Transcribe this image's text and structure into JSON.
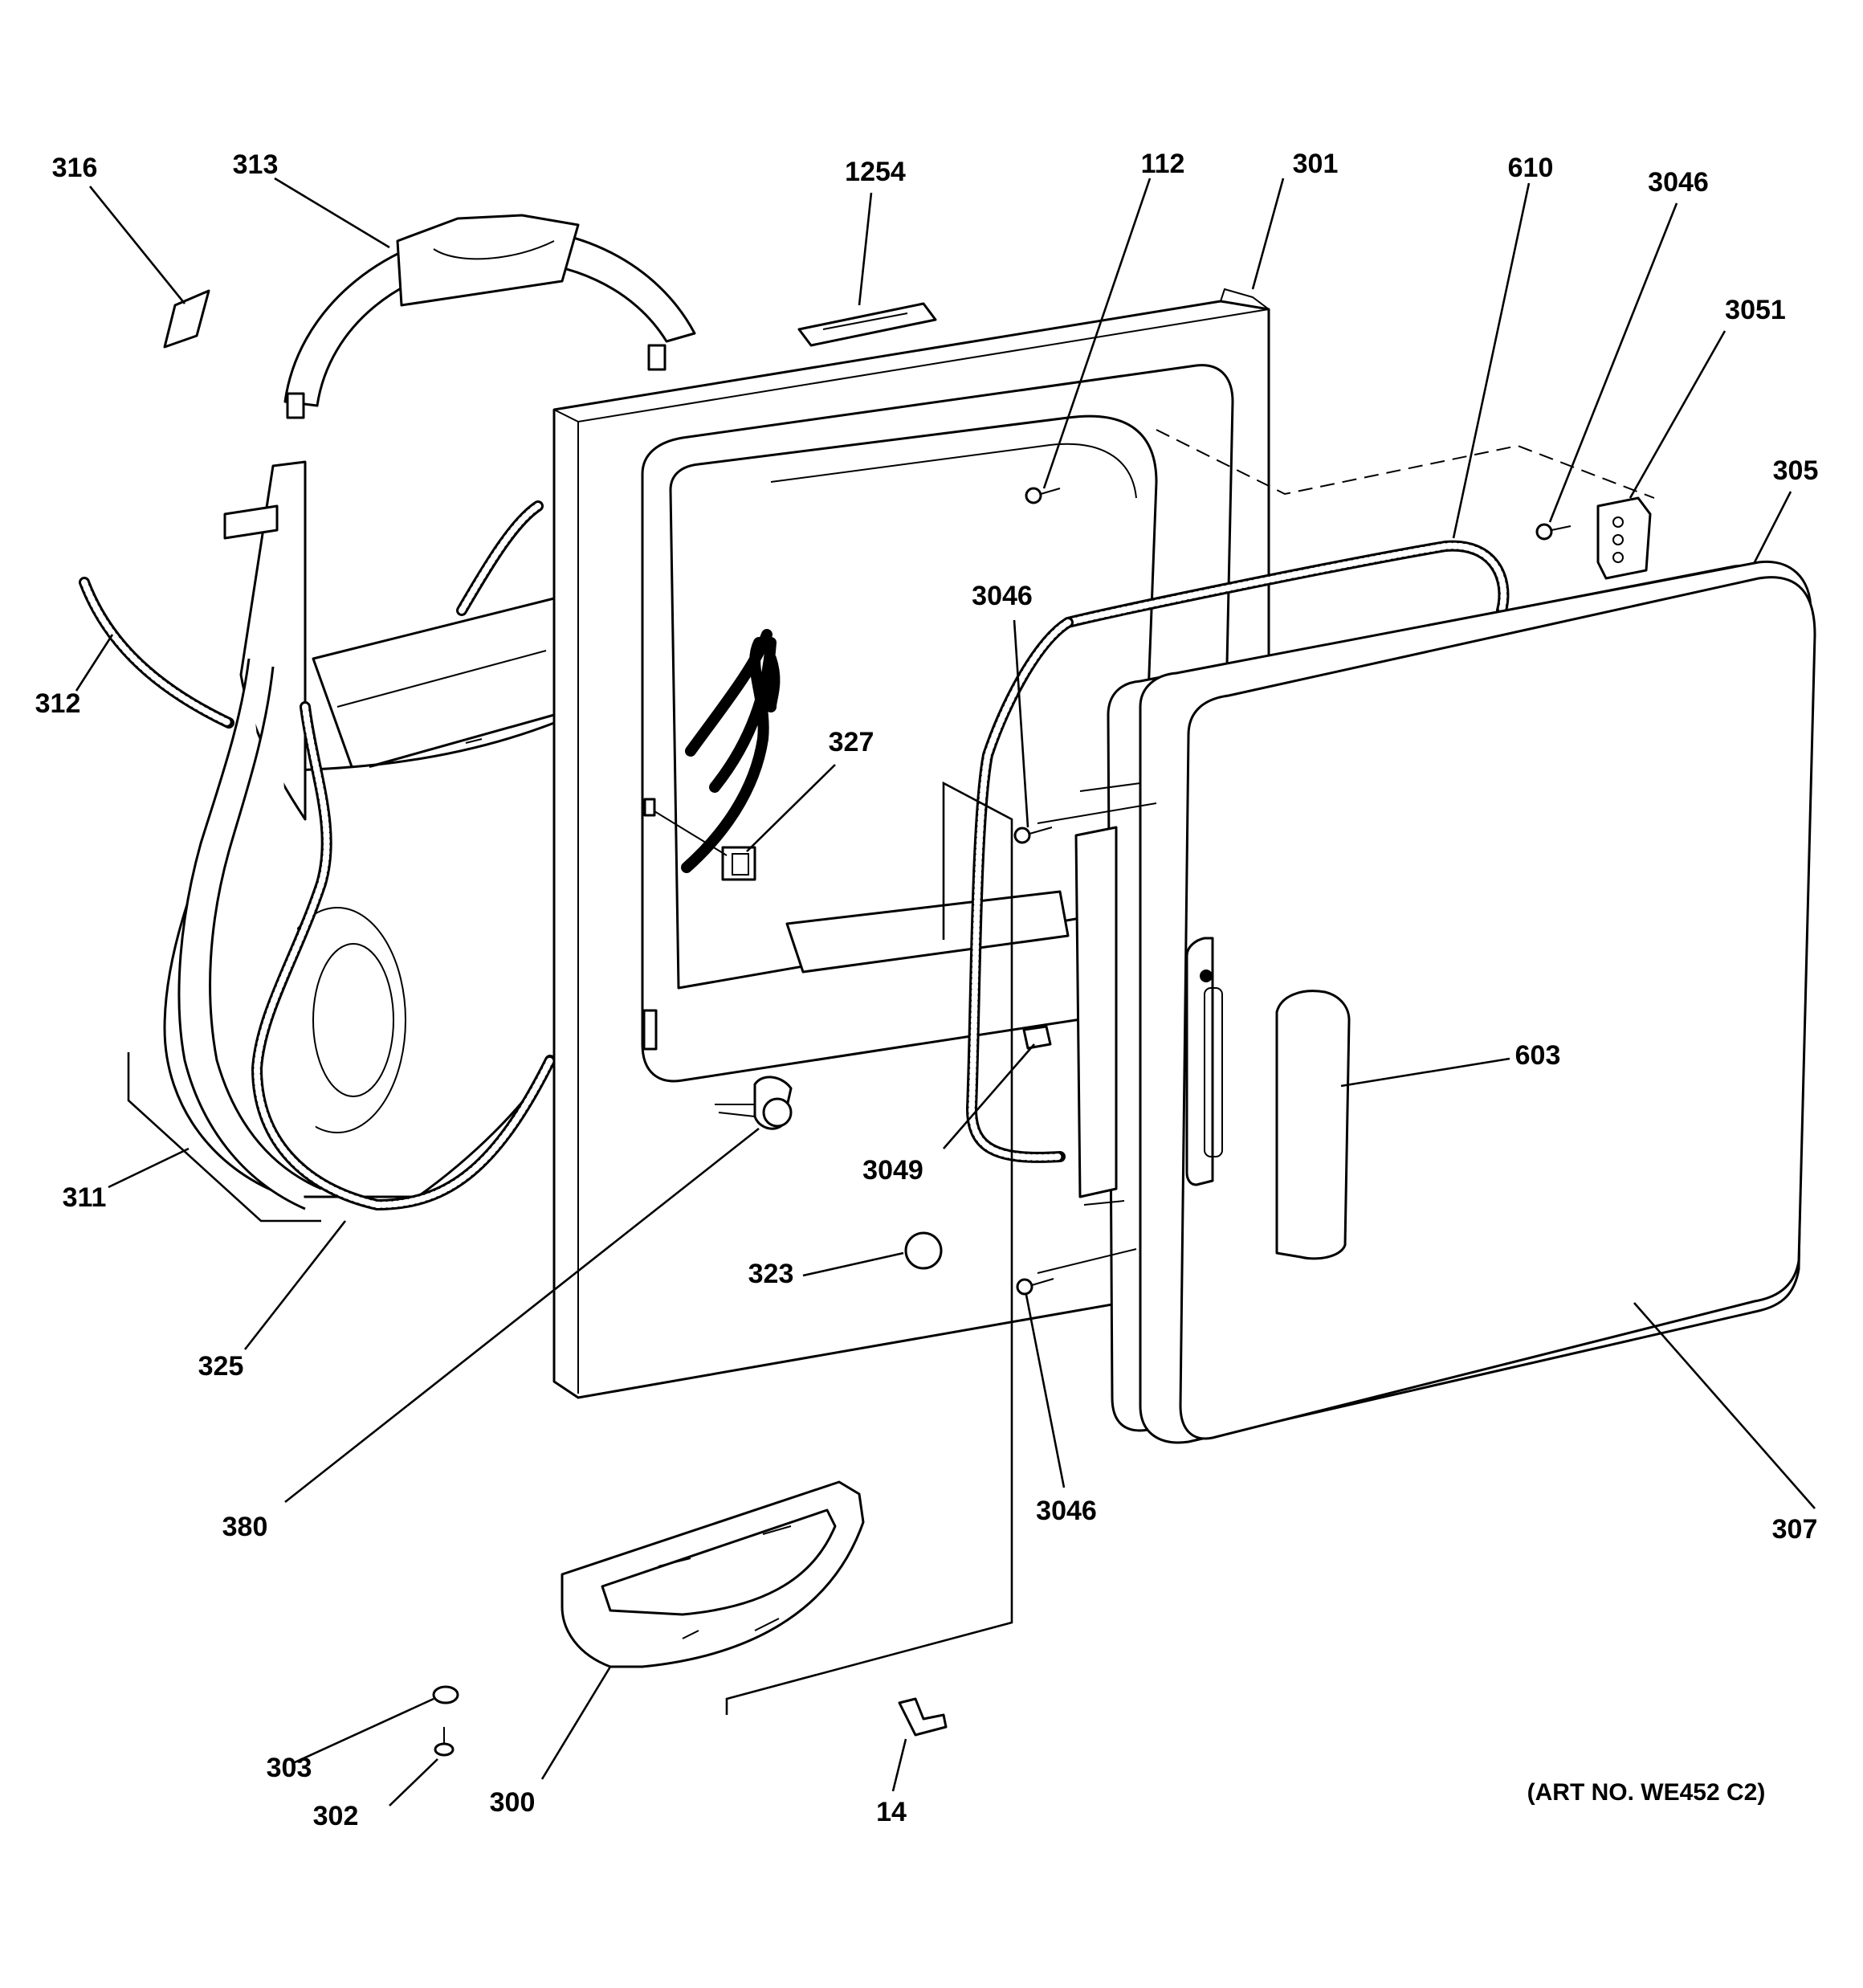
{
  "diagram": {
    "art_number": "(ART NO. WE452 C2)",
    "callouts": [
      {
        "id": "316"
      },
      {
        "id": "313"
      },
      {
        "id": "1254"
      },
      {
        "id": "112"
      },
      {
        "id": "301"
      },
      {
        "id": "610"
      },
      {
        "id": "3046"
      },
      {
        "id": "3051"
      },
      {
        "id": "305"
      },
      {
        "id": "3046"
      },
      {
        "id": "312"
      },
      {
        "id": "327"
      },
      {
        "id": "603"
      },
      {
        "id": "311"
      },
      {
        "id": "3049"
      },
      {
        "id": "325"
      },
      {
        "id": "323"
      },
      {
        "id": "380"
      },
      {
        "id": "3046"
      },
      {
        "id": "307"
      },
      {
        "id": "303"
      },
      {
        "id": "302"
      },
      {
        "id": "300"
      },
      {
        "id": "14"
      }
    ]
  }
}
